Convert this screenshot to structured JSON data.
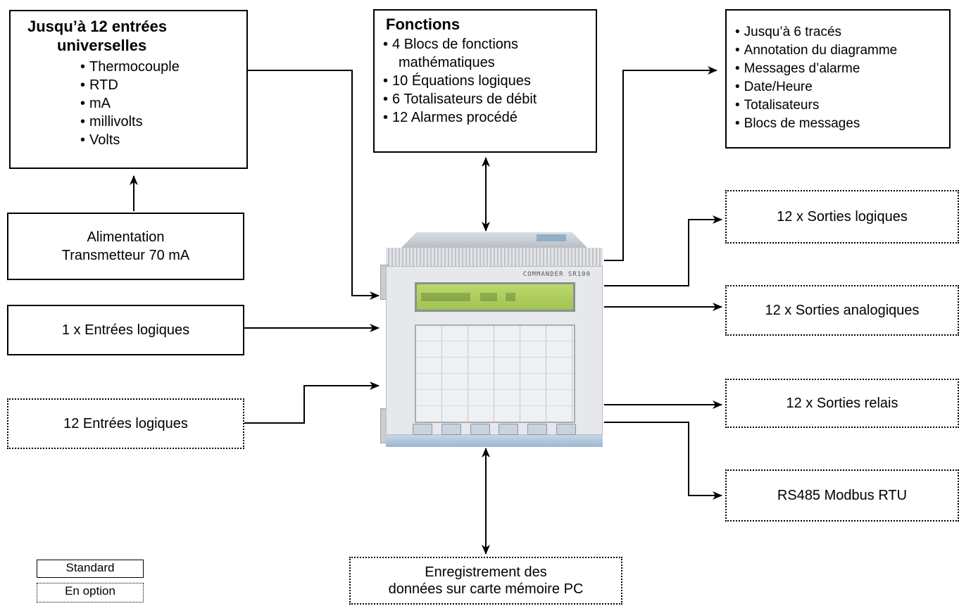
{
  "inputs_box": {
    "title_line1": "Jusqu’à 12 entrées",
    "title_line2": "universelles",
    "items": [
      "Thermocouple",
      "RTD",
      "mA",
      "millivolts",
      "Volts"
    ]
  },
  "functions_box": {
    "title": "Fonctions",
    "item1_line1": "4 Blocs de fonctions",
    "item1_line2": "mathématiques",
    "item2": "10 Équations logiques",
    "item3": "6 Totalisateurs de débit",
    "item4": "12 Alarmes procédé"
  },
  "display_box": {
    "items": [
      "Jusqu’à 6 tracés",
      "Annotation du diagramme",
      "Messages d’alarme",
      "Date/Heure",
      "Totalisateurs",
      "Blocs de messages"
    ]
  },
  "power_box": {
    "line1": "Alimentation",
    "line2": "Transmetteur 70 mA"
  },
  "digital_in_std": {
    "label": "1 x Entrées logiques"
  },
  "digital_in_opt": {
    "label": "12 Entrées logiques"
  },
  "logic_out": {
    "label": "12 x Sorties logiques"
  },
  "analog_out": {
    "label": "12 x Sorties analogiques"
  },
  "relay_out": {
    "label": "12 x Sorties relais"
  },
  "modbus": {
    "label": "RS485 Modbus RTU"
  },
  "storage": {
    "line1": "Enregistrement des",
    "line2": "données sur carte mémoire PC"
  },
  "legend": {
    "standard": "Standard",
    "optional": "En option"
  },
  "device": {
    "brand": "COMMANDER SR100"
  }
}
